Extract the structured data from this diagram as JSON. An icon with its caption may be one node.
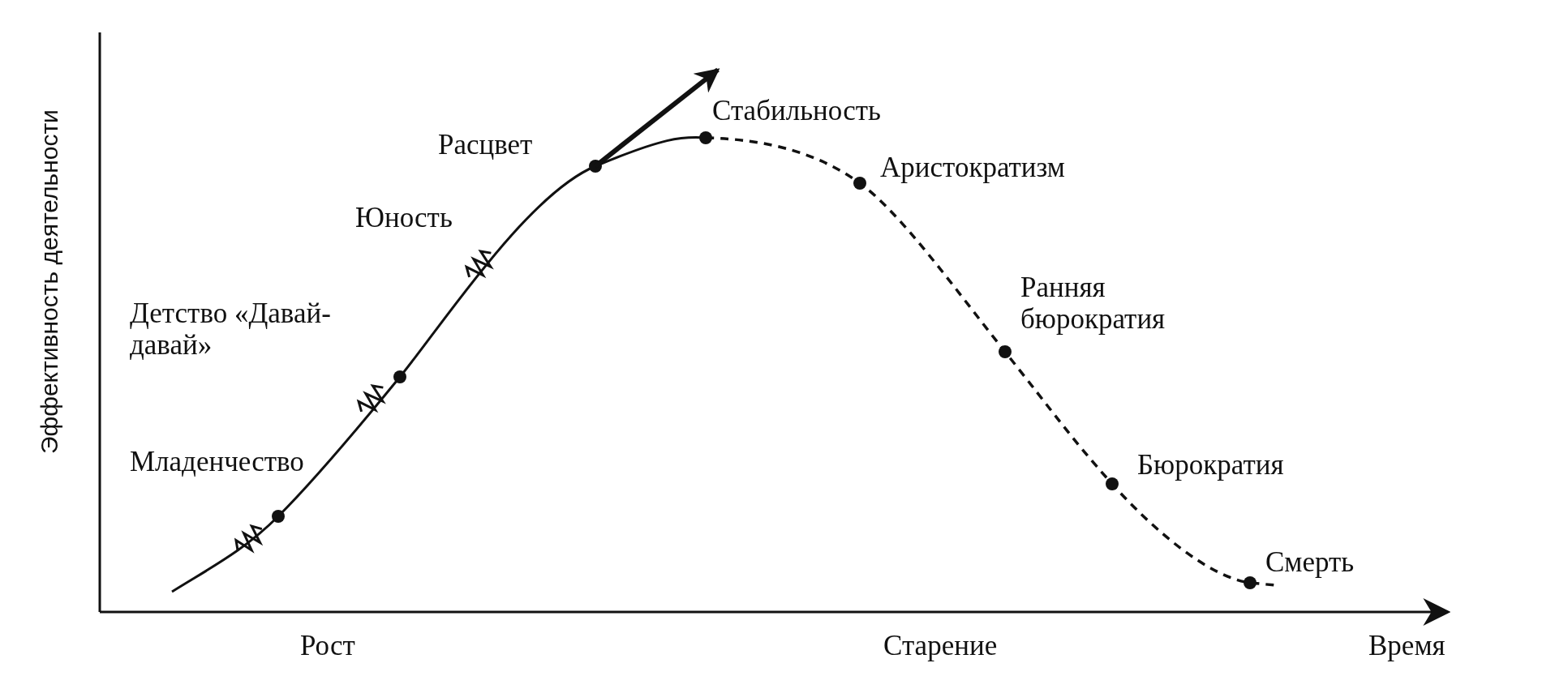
{
  "diagram": {
    "labels": [
      "Эффективность деятельности",
      "Расцвет",
      "Стабильность",
      "Аристократизм",
      "Юность",
      "Детство «Давай-давай»",
      "Ранняя бюрократия",
      "Младенчество",
      "Бюрократия",
      "Смерть",
      "Рост",
      "Старение",
      "Время"
    ]
  }
}
